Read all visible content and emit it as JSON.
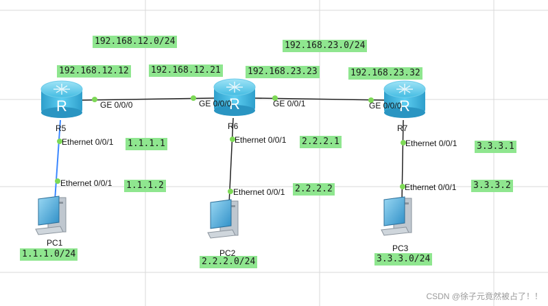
{
  "networks": {
    "n12": "192.168.12.0/24",
    "n23": "192.168.23.0/24"
  },
  "ips": {
    "r5_g": "192.168.12.12",
    "r6_g1": "192.168.12.21",
    "r6_g2": "192.168.23.23",
    "r7_g": "192.168.23.32",
    "r5_e": "1.1.1.1",
    "pc1_e": "1.1.1.2",
    "r6_e": "2.2.2.1",
    "pc2_e": "2.2.2.2",
    "r7_e": "3.3.3.1",
    "pc3_e": "3.3.3.2",
    "pc1_net": "1.1.1.0/24",
    "pc2_net": "2.2.2.0/24",
    "pc3_net": "3.3.3.0/24"
  },
  "ports": {
    "r5_ge": "GE 0/0/0",
    "r6_ge0": "GE 0/0/0",
    "r6_ge1": "GE 0/0/1",
    "r7_ge": "GE 0/0/0",
    "r5_eth": "Ethernet 0/0/1",
    "pc1_eth": "Ethernet 0/0/1",
    "r6_eth": "Ethernet 0/0/1",
    "pc2_eth": "Ethernet 0/0/1",
    "r7_eth": "Ethernet 0/0/1",
    "pc3_eth": "Ethernet 0/0/1"
  },
  "devices": {
    "r5": "R5",
    "r6": "R6",
    "r7": "R7",
    "pc1": "PC1",
    "pc2": "PC2",
    "pc3": "PC3",
    "router_glyph": "R"
  },
  "watermark": "CSDN @徐子元竟然被占了！！",
  "colors": {
    "label_bg": "#8fe68f",
    "router": "#3fb3dc",
    "link": "#222222",
    "link_blue": "#3a86ff",
    "dot": "#7ed957"
  }
}
